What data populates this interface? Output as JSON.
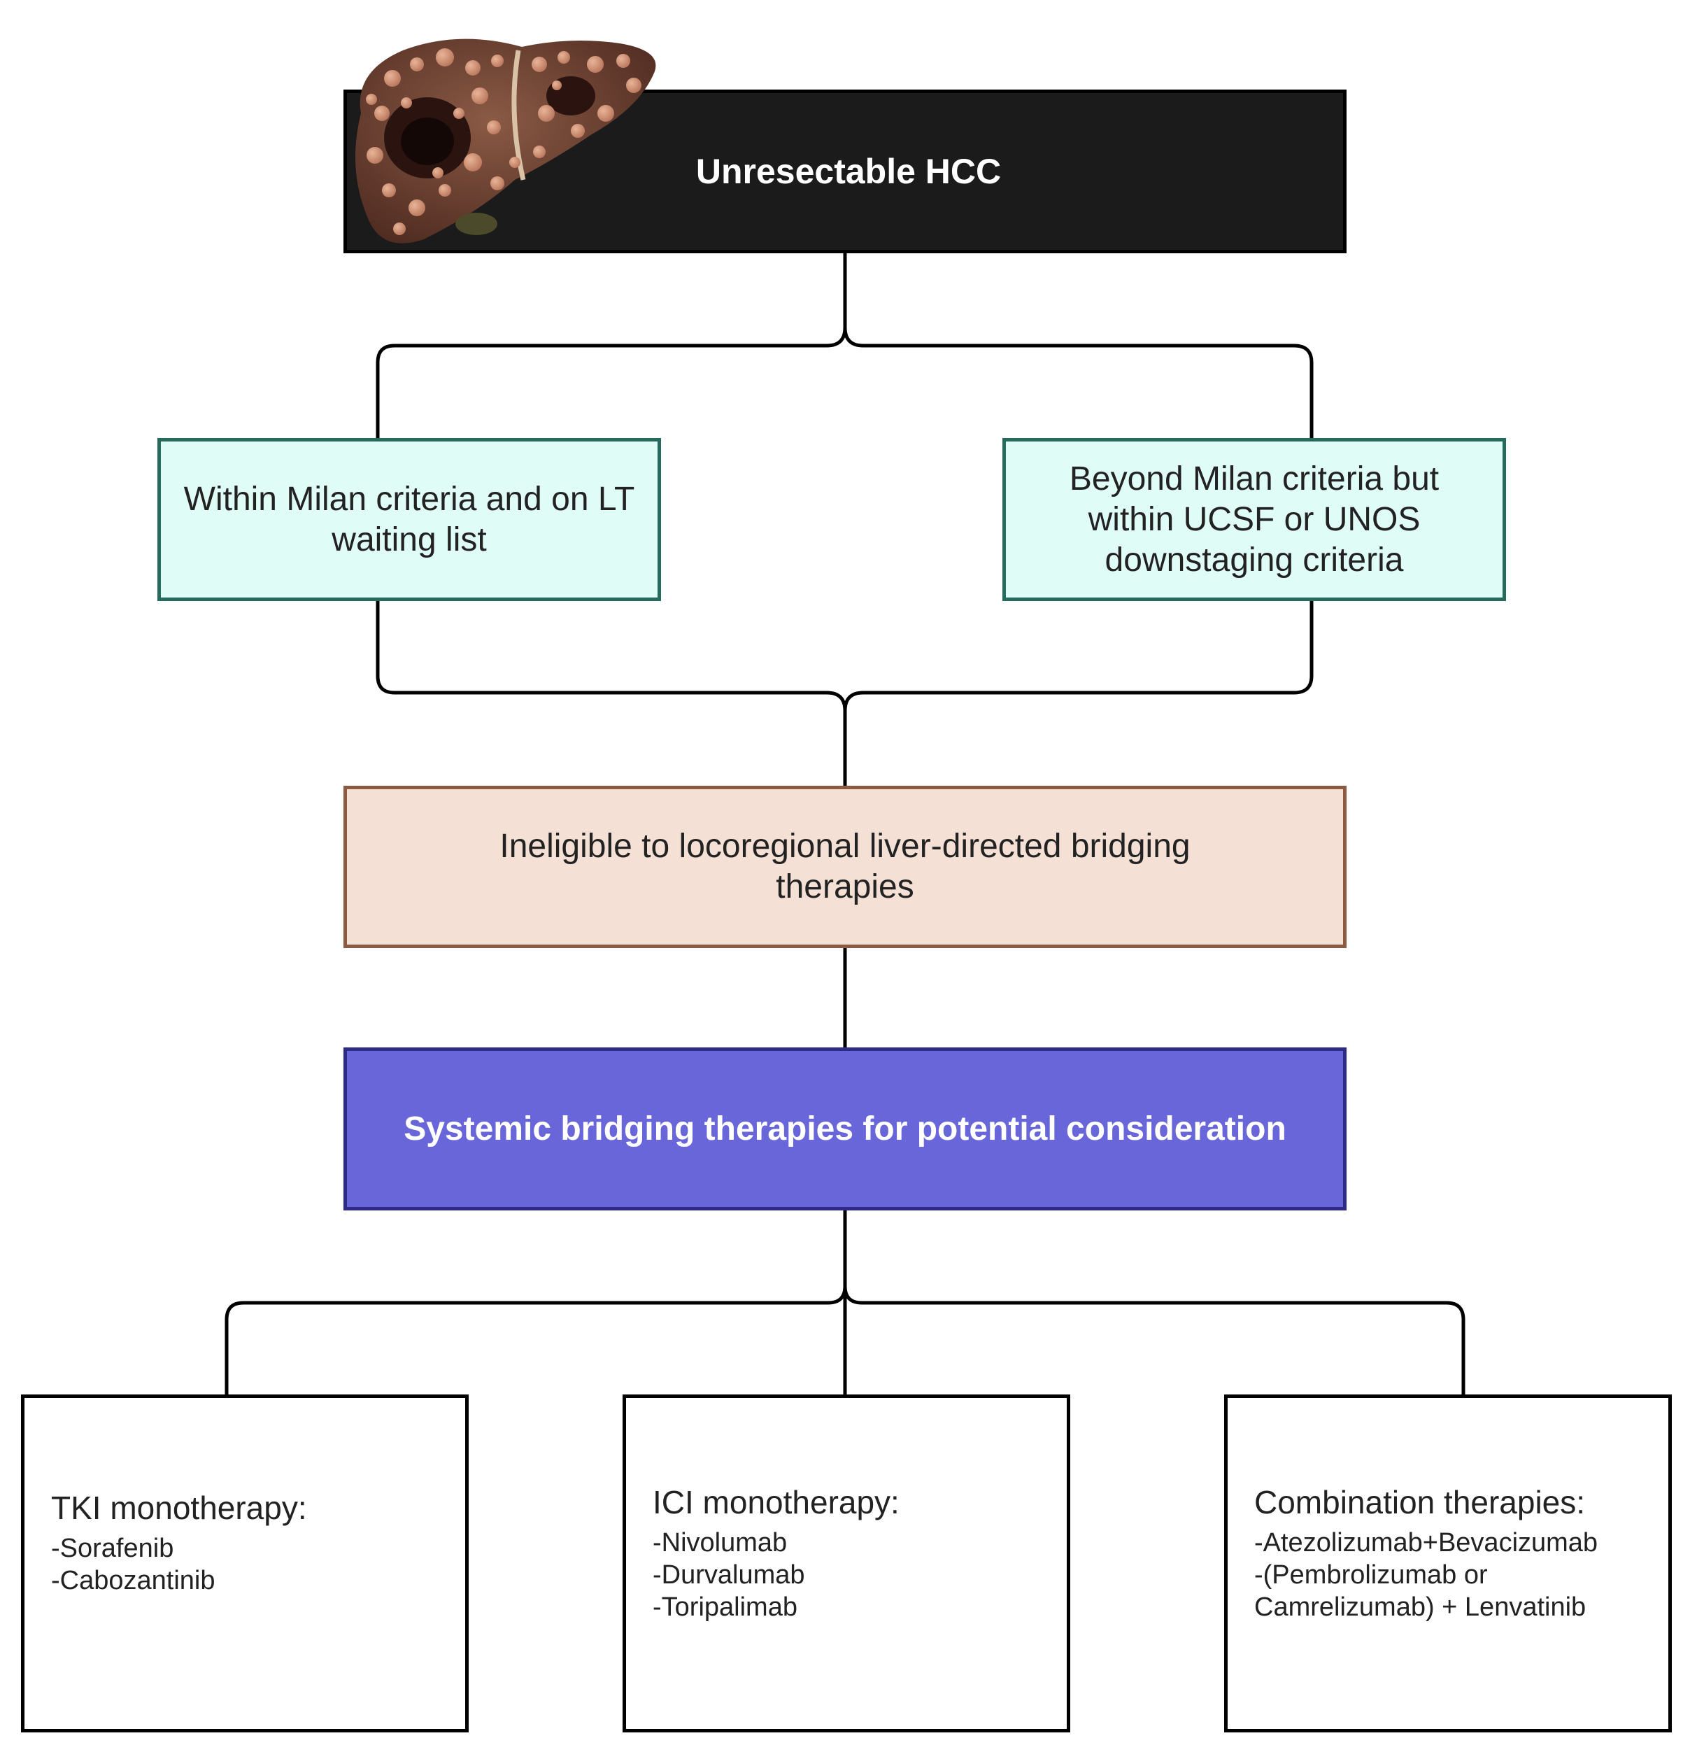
{
  "nodes": {
    "root": {
      "label": "Unresectable HCC"
    },
    "within_milan": {
      "label": "Within Milan criteria and on LT waiting list"
    },
    "beyond_milan": {
      "label": "Beyond Milan criteria but within UCSF or UNOS downstaging criteria"
    },
    "ineligible": {
      "label": "Ineligible to locoregional liver-directed bridging therapies"
    },
    "systemic": {
      "label": "Systemic bridging therapies for potential consideration"
    },
    "tki": {
      "title": "TKI monotherapy:",
      "items": [
        "-Sorafenib",
        "-Cabozantinib"
      ]
    },
    "ici": {
      "title": "ICI monotherapy:",
      "items": [
        "-Nivolumab",
        "-Durvalumab",
        "-Toripalimab"
      ]
    },
    "combo": {
      "title": "Combination therapies:",
      "items": [
        "-Atezolizumab+Bevacizumab",
        "-(Pembrolizumab or",
        "Camrelizumab) + Lenvatinib"
      ]
    }
  },
  "icons": {
    "root_illustration": "liver-icon"
  },
  "colors": {
    "root_fill": "#1b1b1b",
    "criteria_fill": "#e0fcf7",
    "criteria_border": "#266b5d",
    "ineligible_fill": "#f4e0d5",
    "ineligible_border": "#8b5a43",
    "systemic_fill": "#6866d8",
    "systemic_border": "#2d2b86",
    "connector": "#000000"
  }
}
